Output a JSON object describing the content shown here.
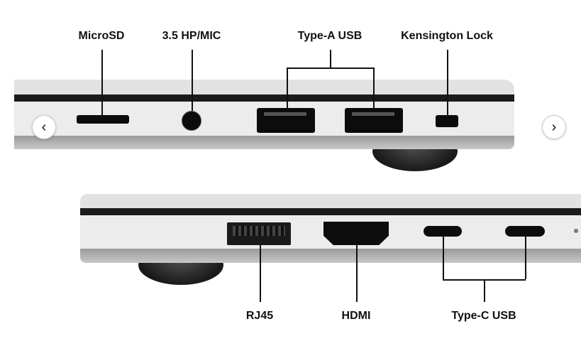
{
  "top_labels": {
    "microsd": "MicroSD",
    "audio": "3.5 HP/MIC",
    "usb_a": "Type-A USB",
    "kensington": "Kensington Lock"
  },
  "bottom_labels": {
    "rj45": "RJ45",
    "hdmi": "HDMI",
    "usb_c": "Type-C USB"
  },
  "nav": {
    "prev": "‹",
    "next": "›"
  }
}
